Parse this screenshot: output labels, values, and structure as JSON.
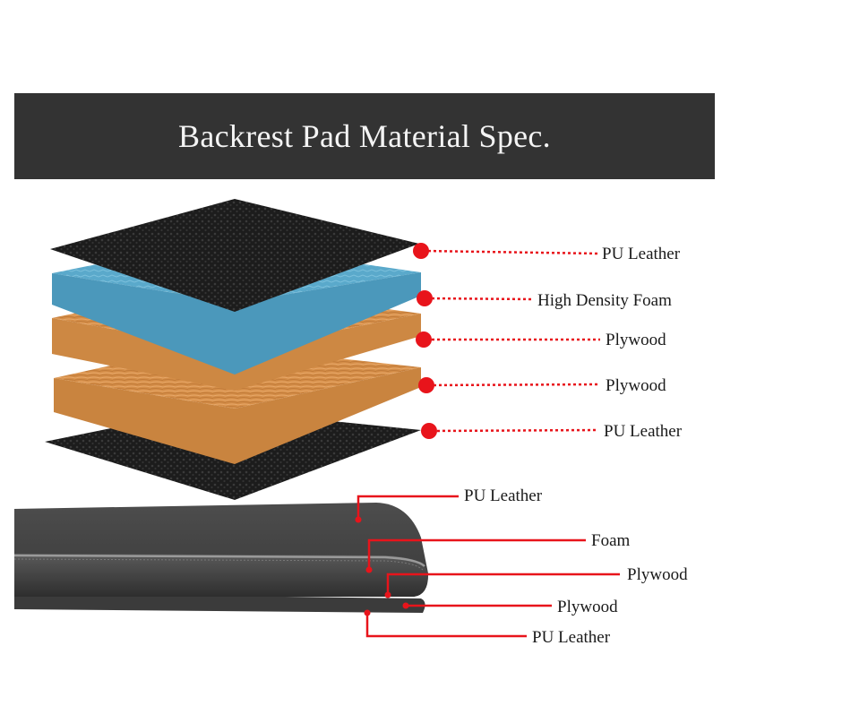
{
  "title": "Backrest Pad Material Spec.",
  "colors": {
    "title_bg": "#333333",
    "accent_red": "#e8141b",
    "leather": "#1e1e1e",
    "foam": "#4fa3c6",
    "plywood": "#d08a45"
  },
  "exploded_layers": [
    {
      "label": "PU Leather",
      "material": "leather"
    },
    {
      "label": "High Density Foam",
      "material": "foam"
    },
    {
      "label": "Plywood",
      "material": "plywood"
    },
    {
      "label": "Plywood",
      "material": "plywood"
    },
    {
      "label": "PU Leather",
      "material": "leather"
    }
  ],
  "pad_callouts": [
    {
      "label": "PU Leather"
    },
    {
      "label": "Foam"
    },
    {
      "label": "Plywood"
    },
    {
      "label": "Plywood"
    },
    {
      "label": "PU Leather"
    }
  ]
}
